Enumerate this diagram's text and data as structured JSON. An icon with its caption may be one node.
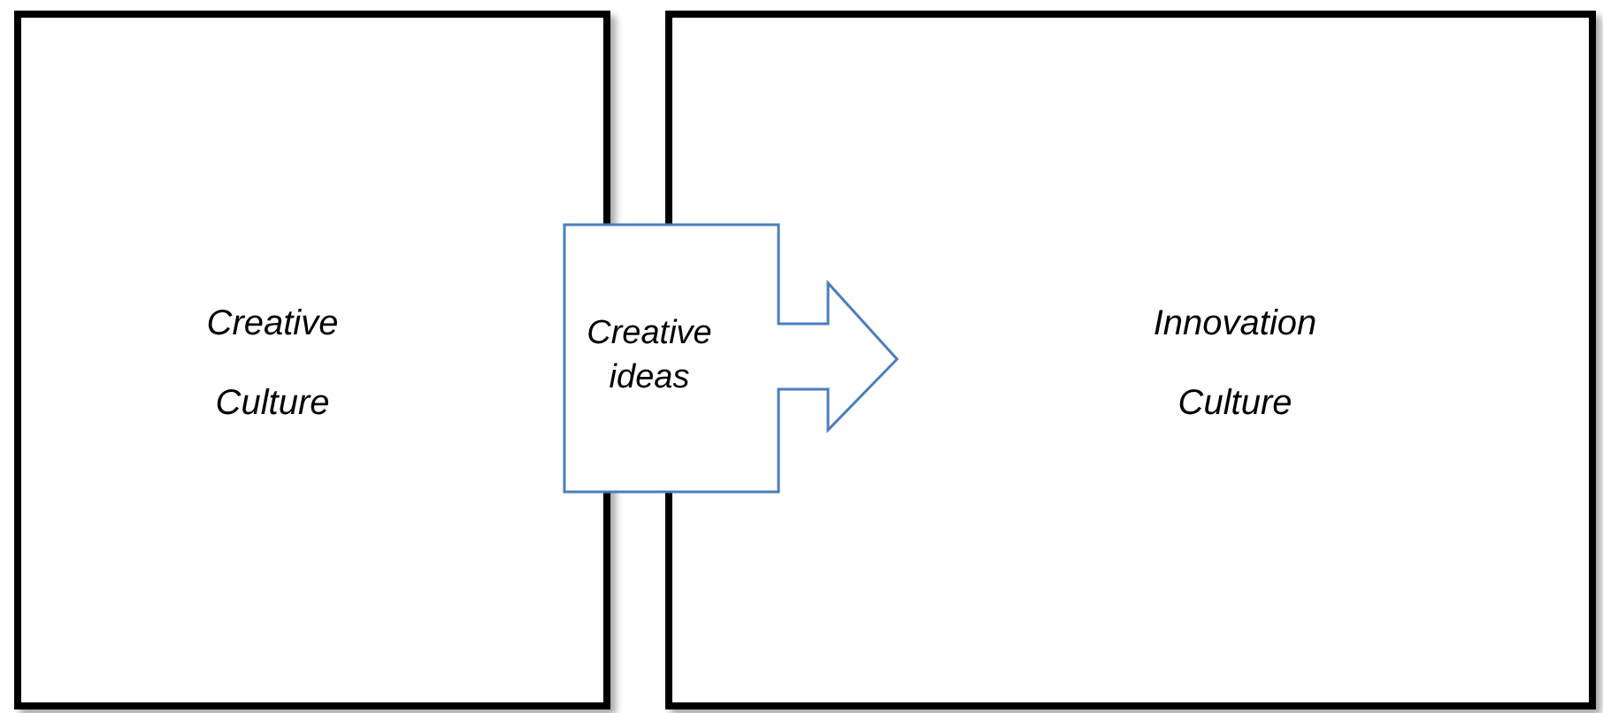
{
  "diagram": {
    "nodes": [
      {
        "text": [
          "Creative Culture"
        ]
      },
      {
        "text": [
          "Innovation Culture"
        ]
      },
      {
        "text": [
          "Creative ideas"
        ]
      }
    ]
  }
}
